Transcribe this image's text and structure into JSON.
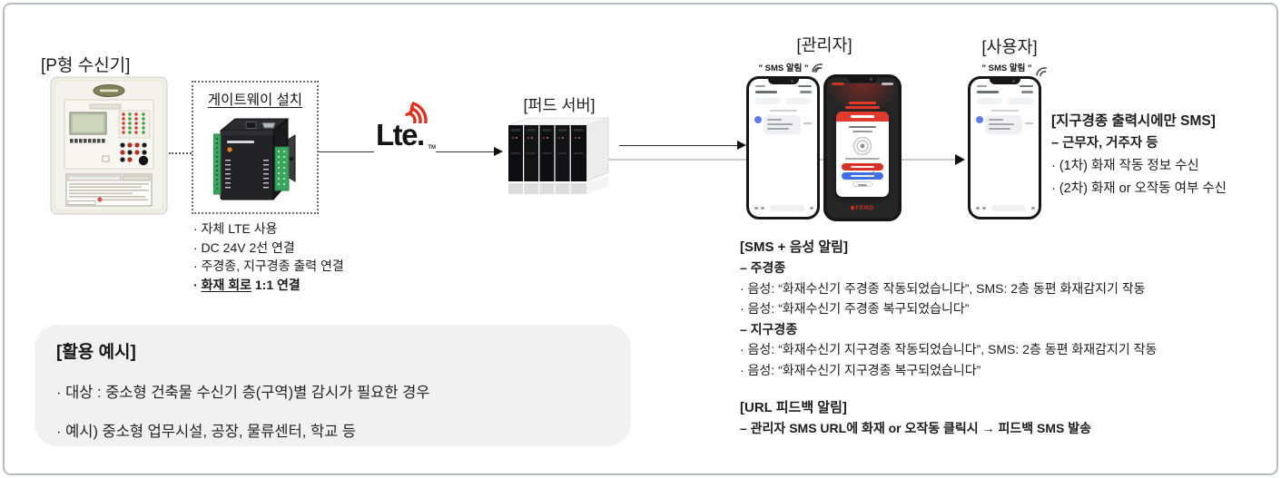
{
  "nodes": {
    "receiver": {
      "label": "[P형 수신기]"
    },
    "gateway": {
      "title": "게이트웨이 설치",
      "bullets": [
        "· 자체 LTE 사용",
        "· DC 24V 2선 연결",
        "· 주경종, 지구경종 출력 연결"
      ],
      "bullet_emphasis": {
        "prefix": "· ",
        "underlined": "화재 회로",
        "rest": " 1:1 연결"
      }
    },
    "lte": {
      "label": "Lte.",
      "trademark": "TM"
    },
    "server": {
      "label": "[퍼드 서버]"
    },
    "admin": {
      "label": "[관리자]",
      "sms_caption": "\" SMS 알림 \""
    },
    "user": {
      "label": "[사용자]",
      "sms_caption": "\" SMS 알림 \""
    }
  },
  "admin_app": {
    "brand": "FERD"
  },
  "blocks": {
    "sms_only": {
      "title": "[지구경종 출력시에만 SMS]",
      "line1": "– 근무자, 거주자 등",
      "line2": "· (1차) 화재 작동 정보 수신",
      "line3": "· (2차) 화재 or 오작동 여부 수신"
    },
    "sms_voice": {
      "title": "[SMS + 음성 알림]",
      "line1": "– 주경종",
      "line2": "· 음성: “화재수신기 주경종 작동되었습니다”, SMS: 2층 동편 화재감지기 작동",
      "line3": "· 음성: “화재수신기 주경종 복구되었습니다”",
      "line4": "– 지구경종",
      "line5": "· 음성: “화재수신기 지구경종 작동되었습니다”, SMS: 2층 동편 화재감지기 작동",
      "line6": "· 음성: “화재수신기 지구경종 복구되었습니다”"
    },
    "url_feedback": {
      "title": "[URL 피드백 알림]",
      "line1": "– 관리자 SMS URL에 화재 or 오작동 클릭시 → 피드백 SMS 발송"
    },
    "usage": {
      "title": "[활용 예시]",
      "line1": "· 대상 : 중소형 건축물 수신기 층(구역)별 감시가 필요한 경우",
      "line2": "· 예시) 중소형 업무시설, 공장, 물류센터, 학교 등"
    }
  },
  "colors": {
    "alert_red": "#e23b2e",
    "action_blue": "#3d6fe8",
    "lte_red": "#e0301e",
    "usage_bg": "#f1f1f2"
  }
}
